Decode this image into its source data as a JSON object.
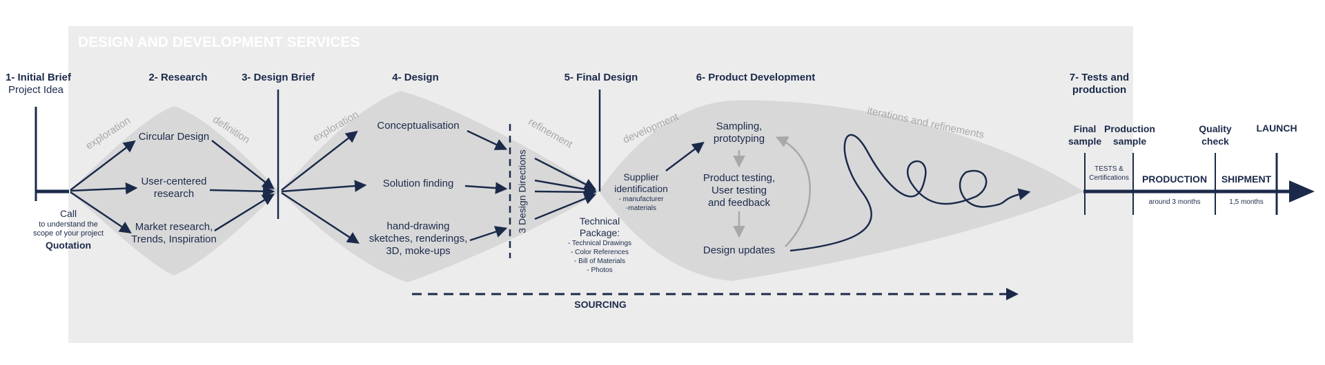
{
  "banner_title": "DESIGN AND DEVELOPMENT SERVICES",
  "stages": {
    "s1": "1- Initial Brief",
    "s1_sub": "Project Idea",
    "s2": "2- Research",
    "s3": "3- Design Brief",
    "s4": "4- Design",
    "s5": "5- Final Design",
    "s6": "6- Product Development",
    "s7_line1": "7- Tests and",
    "s7_line2": "production"
  },
  "call": {
    "title": "Call",
    "line1": "to understand the",
    "line2": "scope of your project",
    "quotation": "Quotation"
  },
  "phase_labels": {
    "exploration1": "exploration",
    "definition": "definition",
    "exploration2": "exploration",
    "refinement": "refinement",
    "development": "development",
    "iterations": "iterations and refinements"
  },
  "research": {
    "circular": "Circular Design",
    "user1": "User-centered",
    "user2": "research",
    "market1": "Market research,",
    "market2": "Trends, Inspiration"
  },
  "design": {
    "concept": "Conceptualisation",
    "solution": "Solution finding",
    "hand1": "hand-drawing",
    "hand2": "sketches, renderings,",
    "hand3": "3D, moke-ups",
    "directions": "3 Design Directions"
  },
  "tech": {
    "l1": "Technical",
    "l2": "Package:",
    "items": [
      "- Technical Drawings",
      "- Color References",
      "- Bill of Materials",
      "- Photos"
    ]
  },
  "supplier": {
    "l1": "Supplier",
    "l2": "identification",
    "l3": "- manufacturer",
    "l4": "-materials"
  },
  "development": {
    "sampling1": "Sampling,",
    "sampling2": "prototyping",
    "testing1": "Product testing,",
    "testing2": "User testing",
    "testing3": "and feedback",
    "updates": "Design updates"
  },
  "production": {
    "final1": "Final",
    "final2": "sample",
    "prod1": "Production",
    "prod2": "sample",
    "quality1": "Quality",
    "quality2": "check",
    "launch": "LAUNCH",
    "tests1": "TESTS &",
    "tests2": "Certifications",
    "production": "PRODUCTION",
    "shipment": "SHIPMENT",
    "duration_prod": "around 3 months",
    "duration_ship": "1,5 months"
  },
  "sourcing": "SOURCING",
  "colors": {
    "navy": "#1b2a4a",
    "panel": "#ececec",
    "blob": "#d8d8d8",
    "grey_text": "#a3a3a3",
    "grey_arrow": "#a8a8a8"
  }
}
